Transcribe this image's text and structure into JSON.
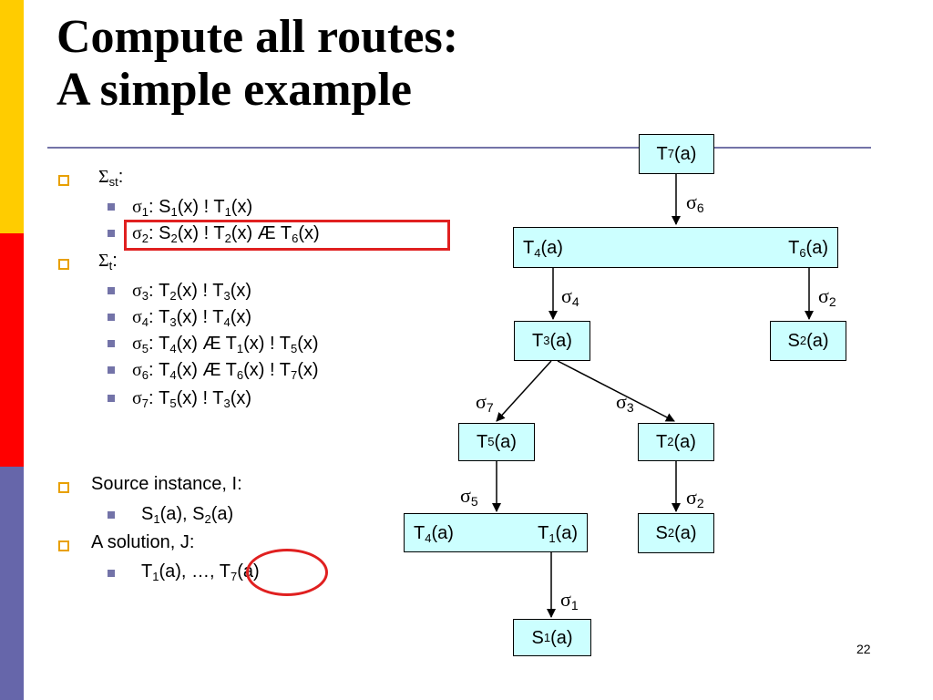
{
  "slide": {
    "title_line1": "Compute all routes:",
    "title_line2": "A simple example",
    "page_number": "22",
    "stripe_colors": [
      "#ffcc00",
      "#ff0000",
      "#6666aa"
    ]
  },
  "bullets": {
    "sigma_st_label": "Σ",
    "sigma_st_sub": "st",
    "sigma_t_label": "Σ",
    "sigma_t_sub": "t",
    "colon": ":",
    "st_rules": [
      {
        "sym": "σ",
        "idx": "1",
        "text": ": S",
        "a": "1",
        "b": "(x) ! T",
        "c": "1",
        "d": "(x)"
      },
      {
        "sym": "σ",
        "idx": "2",
        "text": ": S",
        "a": "2",
        "b": "(x) ! T",
        "c": "2",
        "d": "(x) Æ T",
        "e": "6",
        "f": "(x)"
      }
    ],
    "t_rules": [
      {
        "sym": "σ",
        "idx": "3",
        "text": ": T",
        "a": "2",
        "b": "(x) ! T",
        "c": "3",
        "d": "(x)"
      },
      {
        "sym": "σ",
        "idx": "4",
        "text": ": T",
        "a": "3",
        "b": "(x) ! T",
        "c": "4",
        "d": "(x)"
      },
      {
        "sym": "σ",
        "idx": "5",
        "text": ": T",
        "a": "4",
        "b": "(x) Æ T",
        "c": "1",
        "d": "(x) ! T",
        "e": "5",
        "f": "(x)"
      },
      {
        "sym": "σ",
        "idx": "6",
        "text": ": T",
        "a": "4",
        "b": "(x) Æ T",
        "c": "6",
        "d": "(x) ! T",
        "e": "7",
        "f": "(x)"
      },
      {
        "sym": "σ",
        "idx": "7",
        "text": ": T",
        "a": "5",
        "b": "(x) ! T",
        "c": "3",
        "d": "(x)"
      }
    ],
    "source_label": "Source instance, I:",
    "source_value": {
      "p1": "S",
      "s1": "1",
      "p2": "(a), S",
      "s2": "2",
      "p3": "(a)"
    },
    "solution_label": "A solution, J:",
    "solution_value": {
      "p1": "T",
      "s1": "1",
      "p2": "(a), …, T",
      "s2": "7",
      "p3": "(a)"
    },
    "highlight_color": "#e02020"
  },
  "tree": {
    "node_fill": "#ccffff",
    "nodes": {
      "t7": {
        "p": "T",
        "s": "7",
        "r": "(a)"
      },
      "t4_left": {
        "p": "T",
        "s": "4",
        "r": "(a)"
      },
      "t6": {
        "p": "T",
        "s": "6",
        "r": "(a)"
      },
      "t3": {
        "p": "T",
        "s": "3",
        "r": "(a)"
      },
      "s2_top": {
        "p": "S",
        "s": "2",
        "r": "(a)"
      },
      "t5": {
        "p": "T",
        "s": "5",
        "r": "(a)"
      },
      "t2": {
        "p": "T",
        "s": "2",
        "r": "(a)"
      },
      "t4_bottom": {
        "p": "T",
        "s": "4",
        "r": "(a)"
      },
      "t1": {
        "p": "T",
        "s": "1",
        "r": "(a)"
      },
      "s2_bottom": {
        "p": "S",
        "s": "2",
        "r": "(a)"
      },
      "s1": {
        "p": "S",
        "s": "1",
        "r": "(a)"
      }
    },
    "edge_labels": {
      "e6": {
        "sym": "σ",
        "idx": "6"
      },
      "e4": {
        "sym": "σ",
        "idx": "4"
      },
      "e2a": {
        "sym": "σ",
        "idx": "2"
      },
      "e7": {
        "sym": "σ",
        "idx": "7"
      },
      "e3": {
        "sym": "σ",
        "idx": "3"
      },
      "e5": {
        "sym": "σ",
        "idx": "5"
      },
      "e2b": {
        "sym": "σ",
        "idx": "2"
      },
      "e1": {
        "sym": "σ",
        "idx": "1"
      }
    }
  }
}
